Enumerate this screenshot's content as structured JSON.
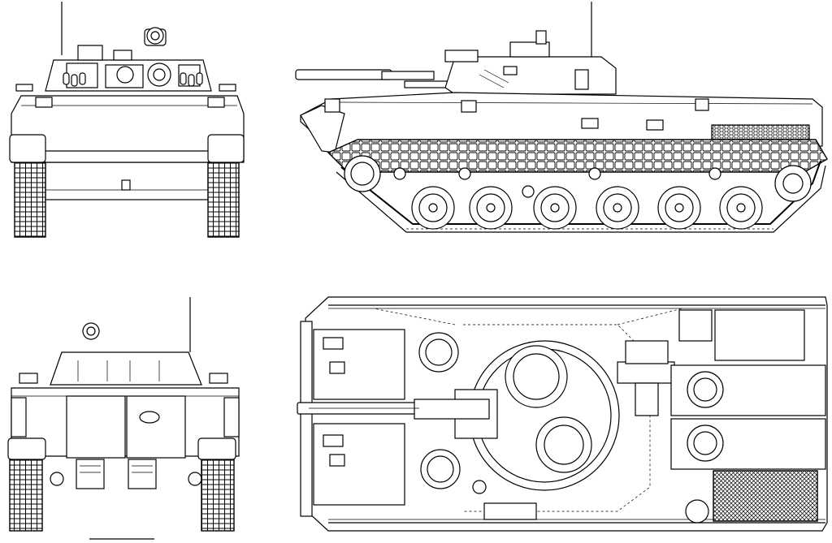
{
  "drawing": {
    "views": [
      "front-view",
      "side-view",
      "rear-view",
      "top-view"
    ],
    "line_color": "#000000",
    "background": "#ffffff",
    "road_wheels_per_side": 6
  }
}
